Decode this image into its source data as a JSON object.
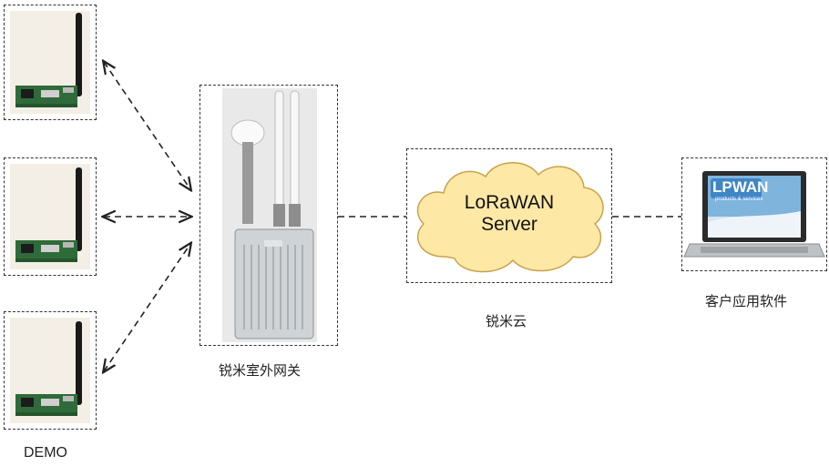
{
  "demo": {
    "label": "DEMO",
    "device_count": 3
  },
  "gateway": {
    "label": "锐米室外网关"
  },
  "cloud": {
    "line1": "LoRaWAN",
    "line2": "Server",
    "label": "锐米云"
  },
  "app": {
    "label": "客户应用软件",
    "screen_brand": "LPWAN",
    "screen_tagline": "products & services"
  },
  "colors": {
    "cloud_fill": "#fde8a6",
    "cloud_stroke": "#c9a24a",
    "connector": "#222222"
  }
}
